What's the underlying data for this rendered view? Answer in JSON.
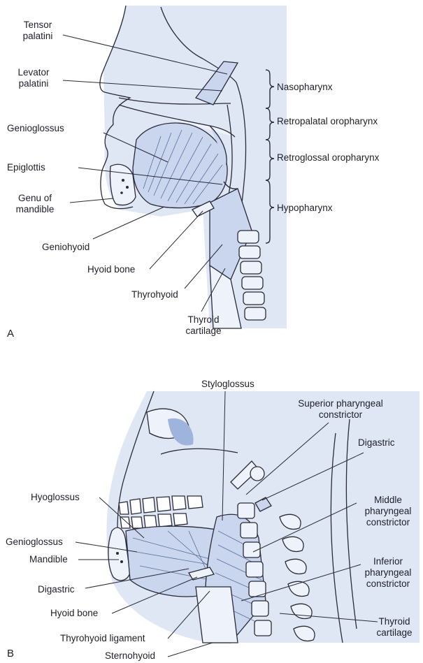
{
  "panel_a": {
    "panel_letter": "A",
    "labels": {
      "tensor_palatini": "Tensor\npalatini",
      "levator_palatini": "Levator\npalatini",
      "genioglossus": "Genioglossus",
      "epiglottis": "Epiglottis",
      "genu_of_mandible": "Genu of\nmandible",
      "geniohyoid": "Geniohyoid",
      "hyoid_bone": "Hyoid bone",
      "thyrohyoid": "Thyrohyoid",
      "thyroid_cartilage": "Thyroid\ncartilage"
    },
    "regions": {
      "nasopharynx": "Nasopharynx",
      "retropalatal_oropharynx": "Retropalatal oropharynx",
      "retroglossal_oropharynx": "Retroglossal oropharynx",
      "hypopharynx": "Hypopharynx"
    }
  },
  "panel_b": {
    "panel_letter": "B",
    "labels": {
      "styloglossus": "Styloglossus",
      "superior_pharyngeal_constrictor": "Superior pharyngeal\nconstrictor",
      "digastric_upper": "Digastric",
      "hyoglossus": "Hyoglossus",
      "middle_pharyngeal_constrictor": "Middle\npharyngeal\nconstrictor",
      "genioglossus": "Genioglossus",
      "mandible": "Mandible",
      "inferior_pharyngeal_constrictor": "Inferior\npharyngeal\nconstrictor",
      "digastric_lower": "Digastric",
      "hyoid_bone": "Hyoid bone",
      "thyroid_cartilage": "Thyroid\ncartilage",
      "thyrohyoid_ligament": "Thyrohyoid ligament",
      "sternohyoid": "Sternohyoid"
    }
  },
  "colors": {
    "line": "#2a2a38",
    "tint": "#c9d6ee",
    "tint_dark": "#9fb4dc",
    "bone": "#eef2fa"
  }
}
